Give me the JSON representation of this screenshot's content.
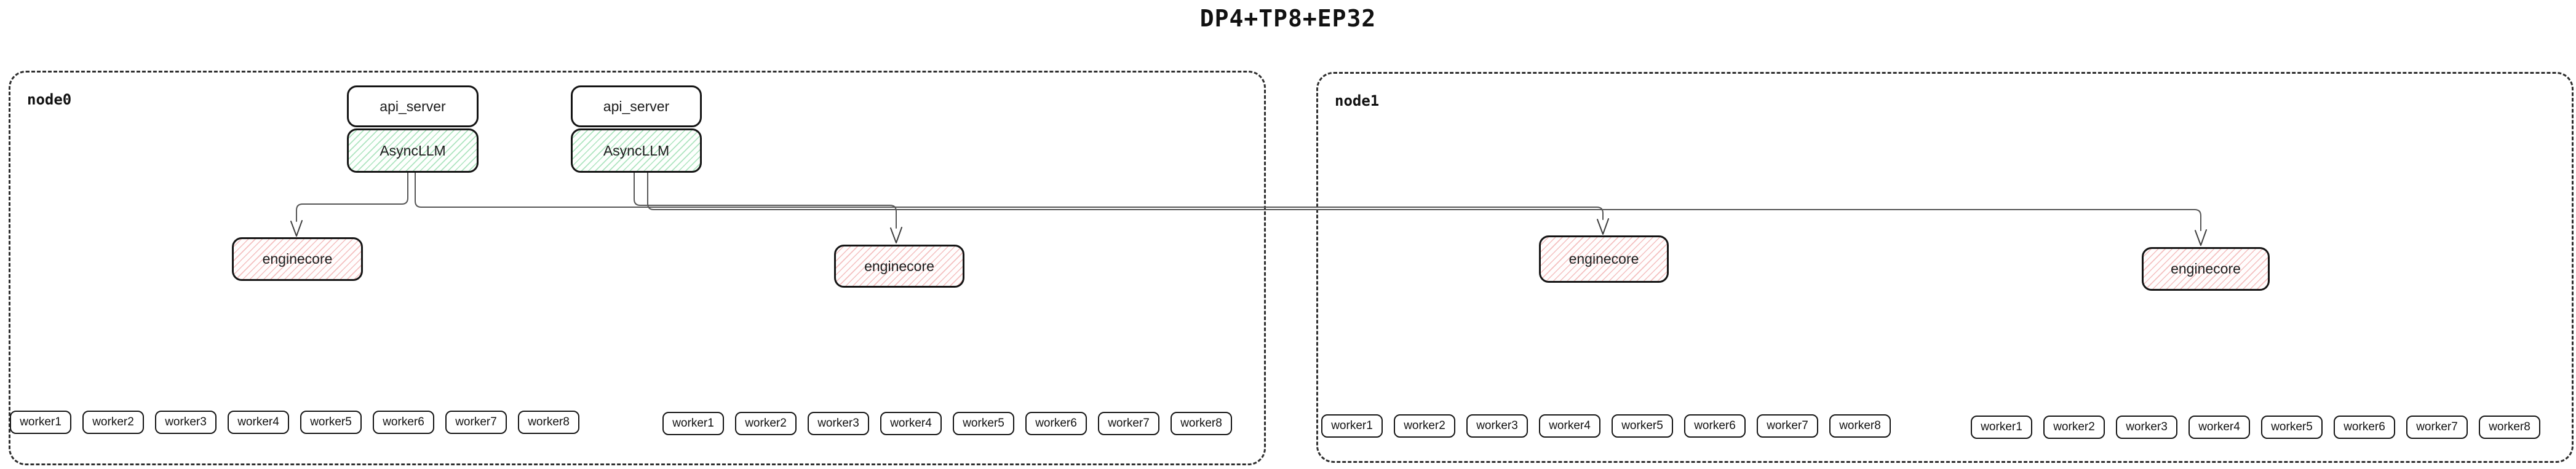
{
  "title": "DP4+TP8+EP32",
  "nodes": {
    "node0": {
      "label": "node0"
    },
    "node1": {
      "label": "node1"
    }
  },
  "boxes": {
    "api_server": "api_server",
    "async_llm": "AsyncLLM",
    "enginecore": "enginecore"
  },
  "worker_labels": [
    "worker1",
    "worker2",
    "worker3",
    "worker4",
    "worker5",
    "worker6",
    "worker7",
    "worker8"
  ],
  "colors": {
    "async_hatch_green": "#78d296",
    "engine_hatch_red": "#eb8c8c",
    "box_border": "#141414",
    "node_dashed_border": "#2e2e2e",
    "connector_line": "#555555"
  }
}
